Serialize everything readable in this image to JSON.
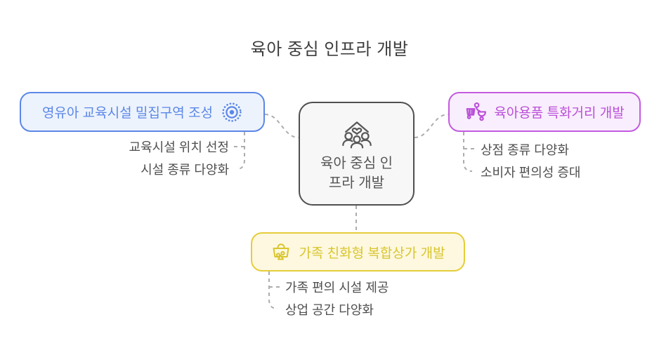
{
  "title": "육아 중심 인프라 개발",
  "center": {
    "label": "육아 중심 인프라 개발",
    "icon": "family-home-heart-icon"
  },
  "branches": [
    {
      "label": "영유아 교육시설 밀집구역 조성",
      "icon": "target-icon",
      "color": "#5b87e8",
      "children": [
        "교육시설 위치 선정",
        "시설 종류 다양화"
      ]
    },
    {
      "label": "육아용품 특화거리 개발",
      "icon": "stroller-icon",
      "color": "#bb4fd9",
      "children": [
        "상점 종류 다양화",
        "소비자 편의성 증대"
      ]
    },
    {
      "label": "가족 친화형 복합상가 개발",
      "icon": "shopping-basket-icon",
      "color": "#d9c52e",
      "children": [
        "가족 편의 시설 제공",
        "상업 공간 다양화"
      ]
    }
  ],
  "colors": {
    "blue_border": "#5b87e8",
    "blue_bg": "#edf3fc",
    "purple_border": "#c45ae0",
    "purple_bg": "#f9eefd",
    "yellow_border": "#e5cd3a",
    "yellow_bg": "#fdf8df",
    "center_border": "#4f4f4f",
    "center_bg": "#f7f7f7",
    "connector": "#adadad",
    "text": "#4f4f4f"
  }
}
